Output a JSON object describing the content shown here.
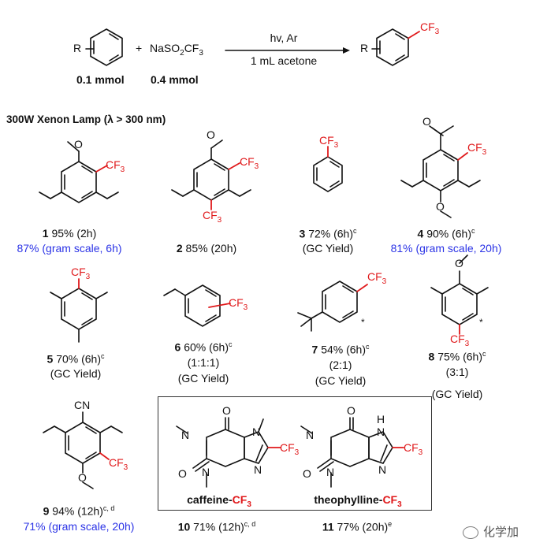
{
  "reaction": {
    "reactant_r": "R",
    "plus": "+",
    "reagent_main": "NaSO",
    "reagent_sub": "2",
    "reagent_tail": "CF",
    "reagent_tail_sub": "3",
    "cond_top": "hv, Ar",
    "cond_bottom": "1 mL acetone",
    "product_r": "R",
    "product_cf3": "CF",
    "product_cf3_sub": "3",
    "amount1": "0.1 mmol",
    "amount2": "0.4 mmol"
  },
  "lamp": "300W Xenon Lamp (λ > 300 nm)",
  "cf3": "CF",
  "sub3": "3",
  "cn": "CN",
  "compounds": [
    {
      "num": "1",
      "yield": "95% (2h)",
      "note": "87% (gram scale, 6h)"
    },
    {
      "num": "2",
      "yield": "85% (20h)"
    },
    {
      "num": "3",
      "yield": "72% (6h)",
      "sup": "c",
      "note": "(GC Yield)"
    },
    {
      "num": "4",
      "yield": "90% (6h)",
      "sup": "c",
      "note": "81% (gram scale, 20h)"
    },
    {
      "num": "5",
      "yield": "70% (6h)",
      "sup": "c",
      "note": "(GC Yield)"
    },
    {
      "num": "6",
      "yield": "60% (6h)",
      "sup": "c",
      "ratio": "(1:1:1)",
      "note": "(GC Yield)"
    },
    {
      "num": "7",
      "yield": "54% (6h)",
      "sup": "c",
      "ratio": "(2:1)",
      "note": "(GC Yield)"
    },
    {
      "num": "8",
      "yield": "75% (6h)",
      "sup": "c",
      "ratio": "(3:1)",
      "note": "(GC Yield)"
    },
    {
      "num": "9",
      "yield": "94% (12h)",
      "sup": "c, d",
      "note": "71% (gram scale, 20h)"
    },
    {
      "num": "10",
      "yield": "71% (12h)",
      "sup": "c, d"
    },
    {
      "num": "11",
      "yield": "77% (20h)",
      "sup": "e"
    }
  ],
  "caffeine": {
    "name": "caffeine-",
    "tag": "CF",
    "sub": "3"
  },
  "theophylline": {
    "name": "theophylline-",
    "tag": "CF",
    "sub": "3"
  },
  "atoms": {
    "N": "N",
    "O": "O",
    "H": "H"
  },
  "star": "*",
  "watermark": "化学加"
}
